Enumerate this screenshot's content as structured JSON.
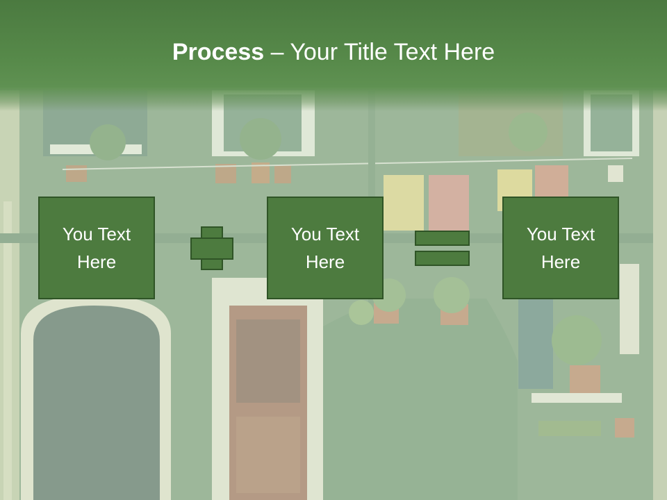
{
  "slide": {
    "title_bold": "Process",
    "title_rest": " – Your Title Text Here"
  },
  "process": {
    "boxes": [
      {
        "line1": "You Text",
        "line2": "Here"
      },
      {
        "line1": "You Text",
        "line2": "Here"
      },
      {
        "line1": "You Text",
        "line2": "Here"
      }
    ],
    "operators": [
      "plus",
      "equals"
    ]
  },
  "colors": {
    "accent_green": "#4d7b3f",
    "border_green": "#2f5426",
    "title_band": "#578a4a",
    "text": "#ffffff"
  }
}
